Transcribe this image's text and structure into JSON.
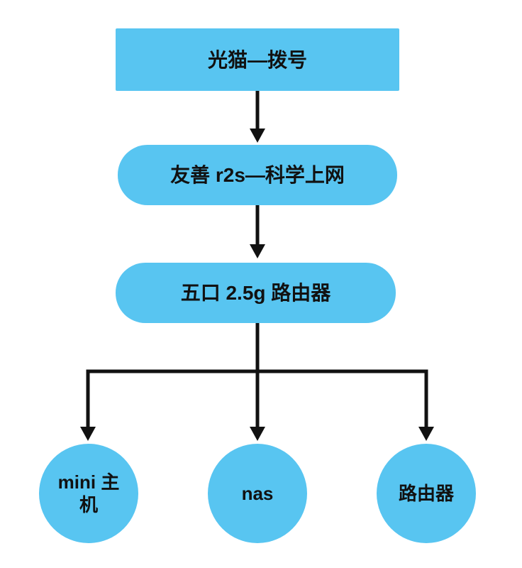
{
  "diagram": {
    "title": "home-network-topology-flowchart",
    "background_color": "#ffffff",
    "node_fill_color": "#58C5F1",
    "text_color": "#111111",
    "arrow_color": "#111111",
    "nodes": [
      {
        "id": "modem",
        "shape": "rectangle",
        "label": "光猫—拨号"
      },
      {
        "id": "r2s",
        "shape": "rounded-rectangle",
        "label": "友善 r2s—科学上网"
      },
      {
        "id": "switch",
        "shape": "rounded-rectangle",
        "label": "五口 2.5g 路由器"
      },
      {
        "id": "mini-pc",
        "shape": "circle",
        "label": "mini 主机"
      },
      {
        "id": "nas",
        "shape": "circle",
        "label": "nas"
      },
      {
        "id": "router",
        "shape": "circle",
        "label": "路由器"
      }
    ],
    "edges": [
      {
        "from": "modem",
        "to": "r2s"
      },
      {
        "from": "r2s",
        "to": "switch"
      },
      {
        "from": "switch",
        "to": "mini-pc"
      },
      {
        "from": "switch",
        "to": "nas"
      },
      {
        "from": "switch",
        "to": "router"
      }
    ]
  }
}
